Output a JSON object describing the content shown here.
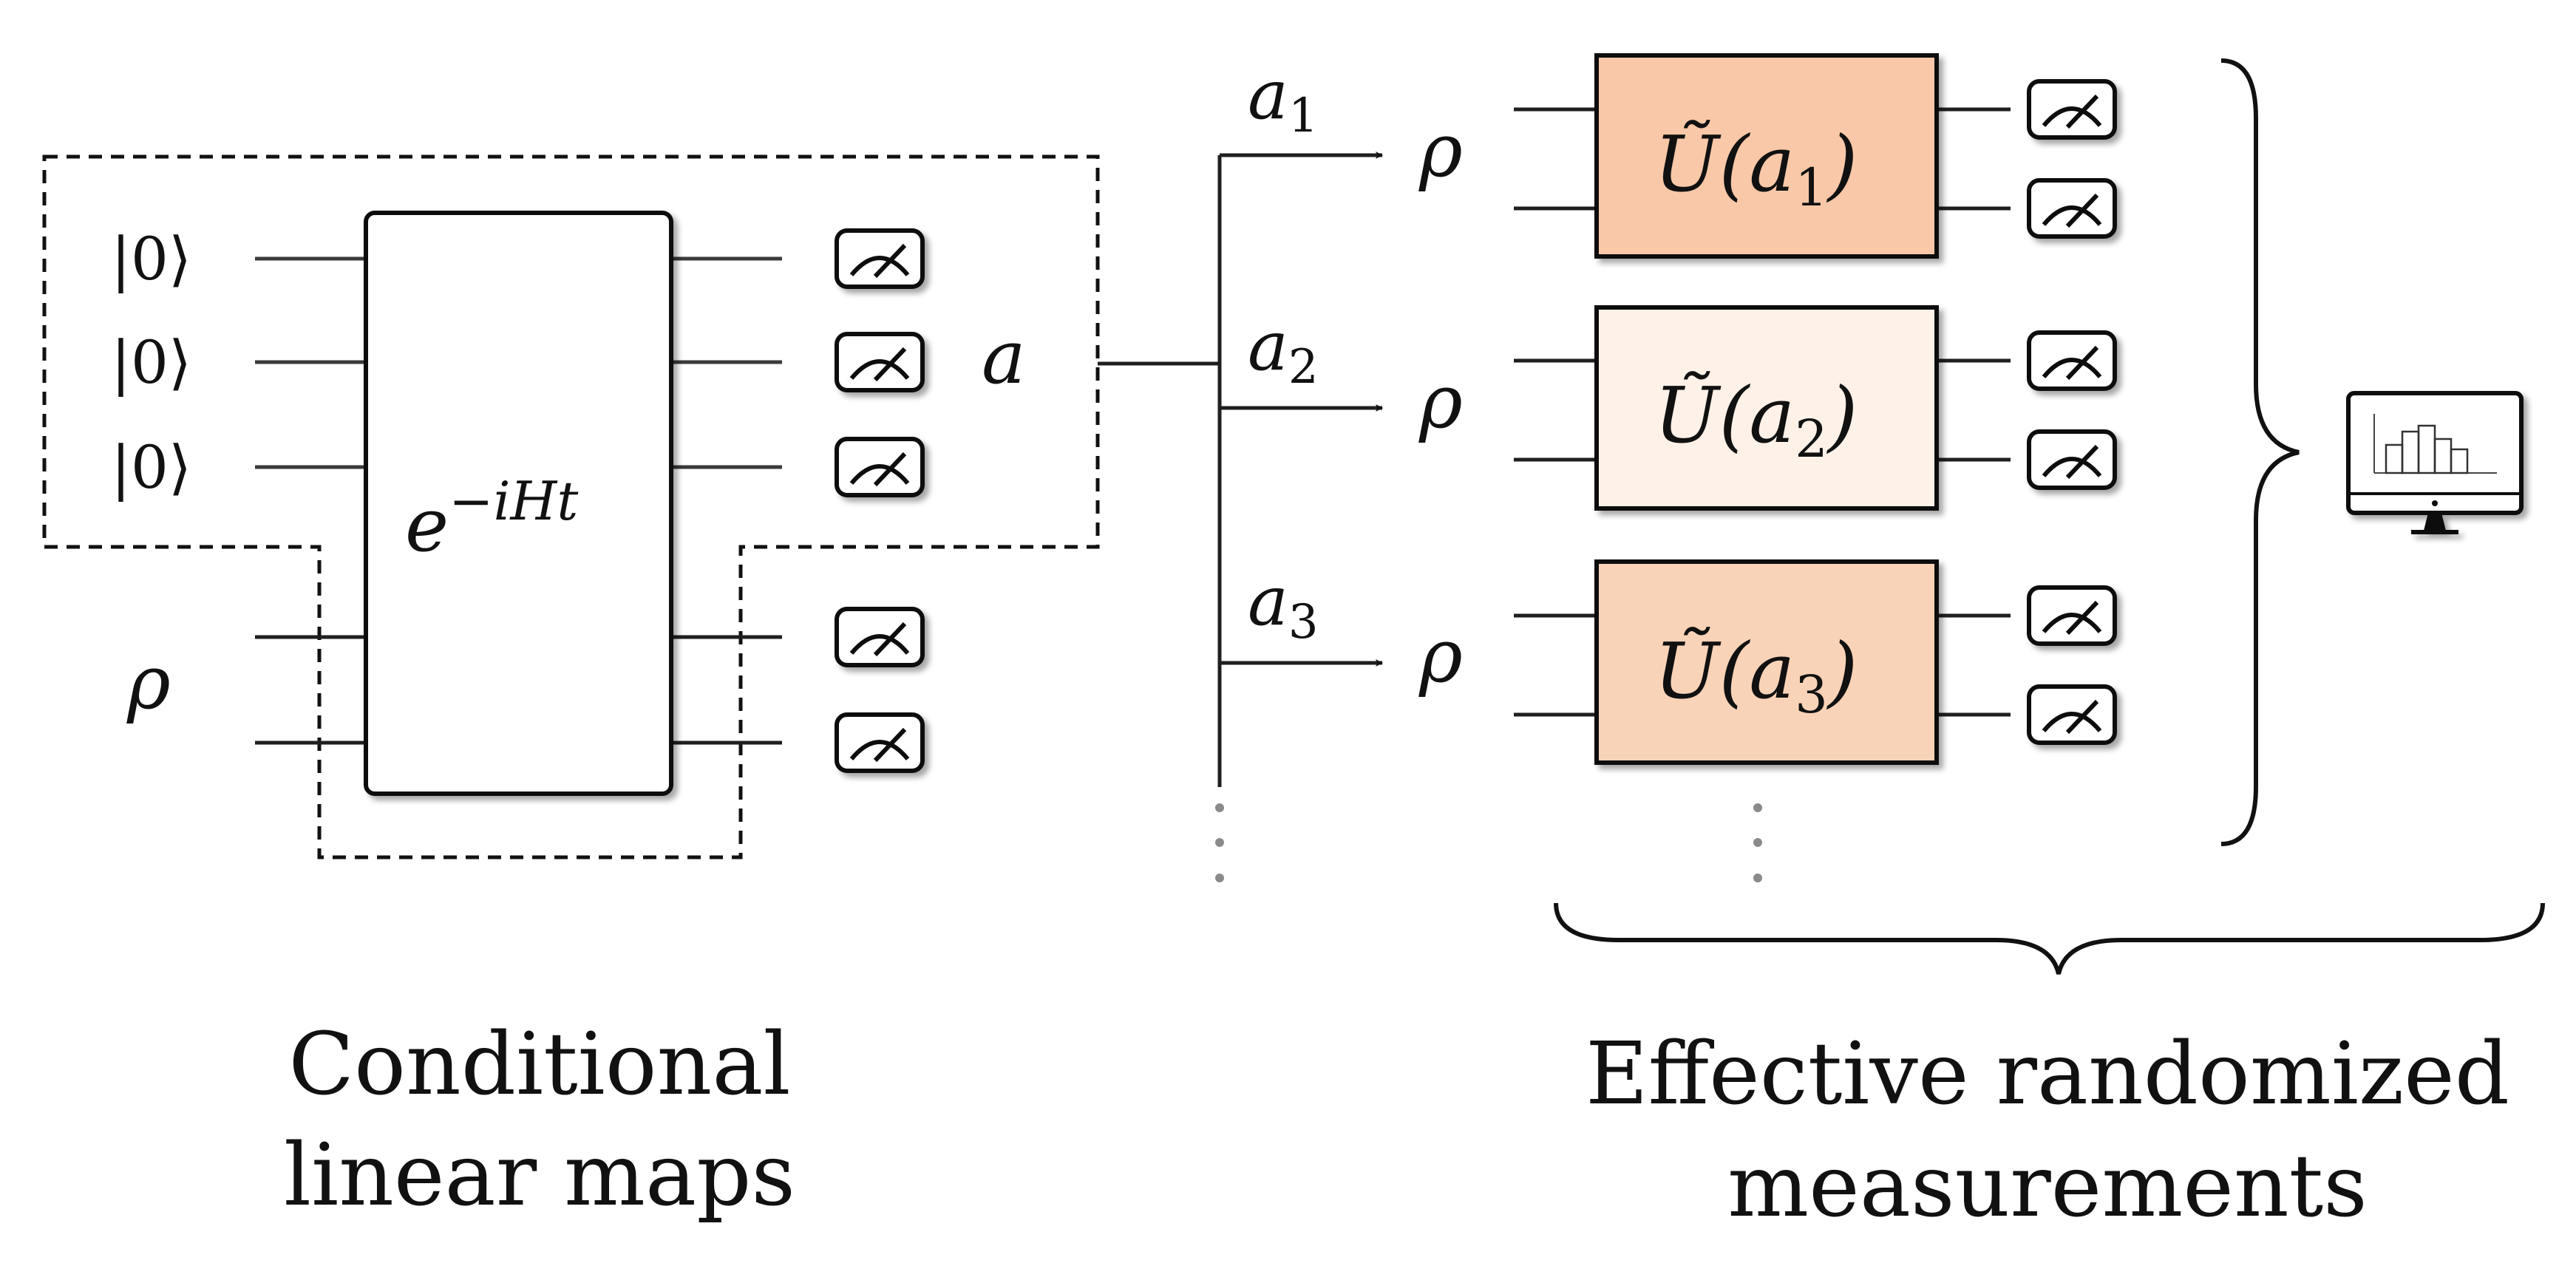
{
  "left_circuit": {
    "input_states": [
      "|0⟩",
      "|0⟩",
      "|0⟩"
    ],
    "system_state": "ρ",
    "unitary_base": "e",
    "unitary_exponent": "−iHt",
    "outcome_label": "a",
    "caption_line1": "Conditional",
    "caption_line2": "linear maps"
  },
  "right_circuits": {
    "branches": [
      {
        "label_base": "a",
        "label_sub": "1",
        "state": "ρ",
        "gate_base": "Ũ(a",
        "gate_sub": "1",
        "gate_close": ")",
        "fill": "#f8c8a8"
      },
      {
        "label_base": "a",
        "label_sub": "2",
        "state": "ρ",
        "gate_base": "Ũ(a",
        "gate_sub": "2",
        "gate_close": ")",
        "fill": "#fdf1e8"
      },
      {
        "label_base": "a",
        "label_sub": "3",
        "state": "ρ",
        "gate_base": "Ũ(a",
        "gate_sub": "3",
        "gate_close": ")",
        "fill": "#f9d3b8"
      }
    ],
    "caption_line1": "Effective randomized",
    "caption_line2": "measurements"
  },
  "icons": [
    "measurement-meter-icon",
    "computer-monitor-histogram-icon"
  ]
}
